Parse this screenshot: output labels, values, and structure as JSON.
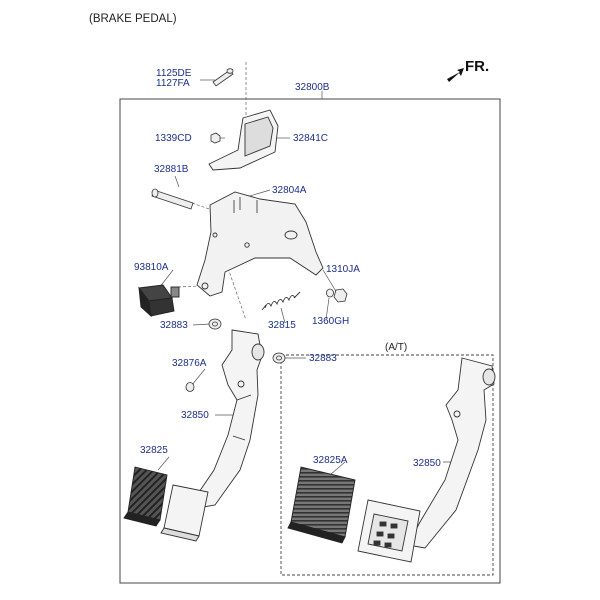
{
  "header": {
    "title": "(BRAKE PEDAL)",
    "direction": "FR.",
    "variant": "(A/T)"
  },
  "labels": {
    "p1125DE": "1125DE",
    "p1127FA": "1127FA",
    "p32800B": "32800B",
    "p1339CD": "1339CD",
    "p32841C": "32841C",
    "p32881B": "32881B",
    "p32804A": "32804A",
    "p93810A": "93810A",
    "p1310JA": "1310JA",
    "p1360GH": "1360GH",
    "p32815": "32815",
    "p32883_a": "32883",
    "p32883_b": "32883",
    "p32876A": "32876A",
    "p32850_a": "32850",
    "p32825": "32825",
    "p32825A": "32825A",
    "p32850_b": "32850"
  },
  "colors": {
    "label": "#1d2f8c",
    "line": "#333333",
    "fill_light": "#eeeeee",
    "fill_dark": "#333333"
  }
}
